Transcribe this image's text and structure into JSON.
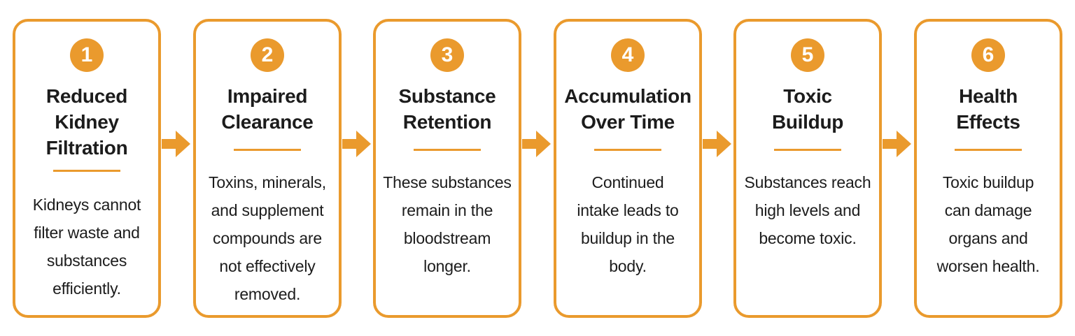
{
  "accent_color": "#ea9a2d",
  "text_color": "#1c1c1c",
  "steps": [
    {
      "number": "1",
      "title": "Reduced\nKidney\nFiltration",
      "description": "Kidneys cannot\nfilter waste and\nsubstances\nefficiently."
    },
    {
      "number": "2",
      "title": "Impaired\nClearance",
      "description": "Toxins, minerals,\nand supplement\ncompounds are\nnot effectively\nremoved."
    },
    {
      "number": "3",
      "title": "Substance\nRetention",
      "description": "These substances\nremain in the\nbloodstream\nlonger."
    },
    {
      "number": "4",
      "title": "Accumulation\nOver Time",
      "description": "Continued\nintake leads to\nbuildup in the\nbody."
    },
    {
      "number": "5",
      "title": "Toxic\nBuildup",
      "description": "Substances reach\nhigh levels and\nbecome toxic."
    },
    {
      "number": "6",
      "title": "Health\nEffects",
      "description": "Toxic buildup\ncan damage\norgans and\nworsen health."
    }
  ],
  "connectors": [
    "arrow-right",
    "arrow-right",
    "arrow-right",
    "arrow-right",
    "arrow-right"
  ]
}
